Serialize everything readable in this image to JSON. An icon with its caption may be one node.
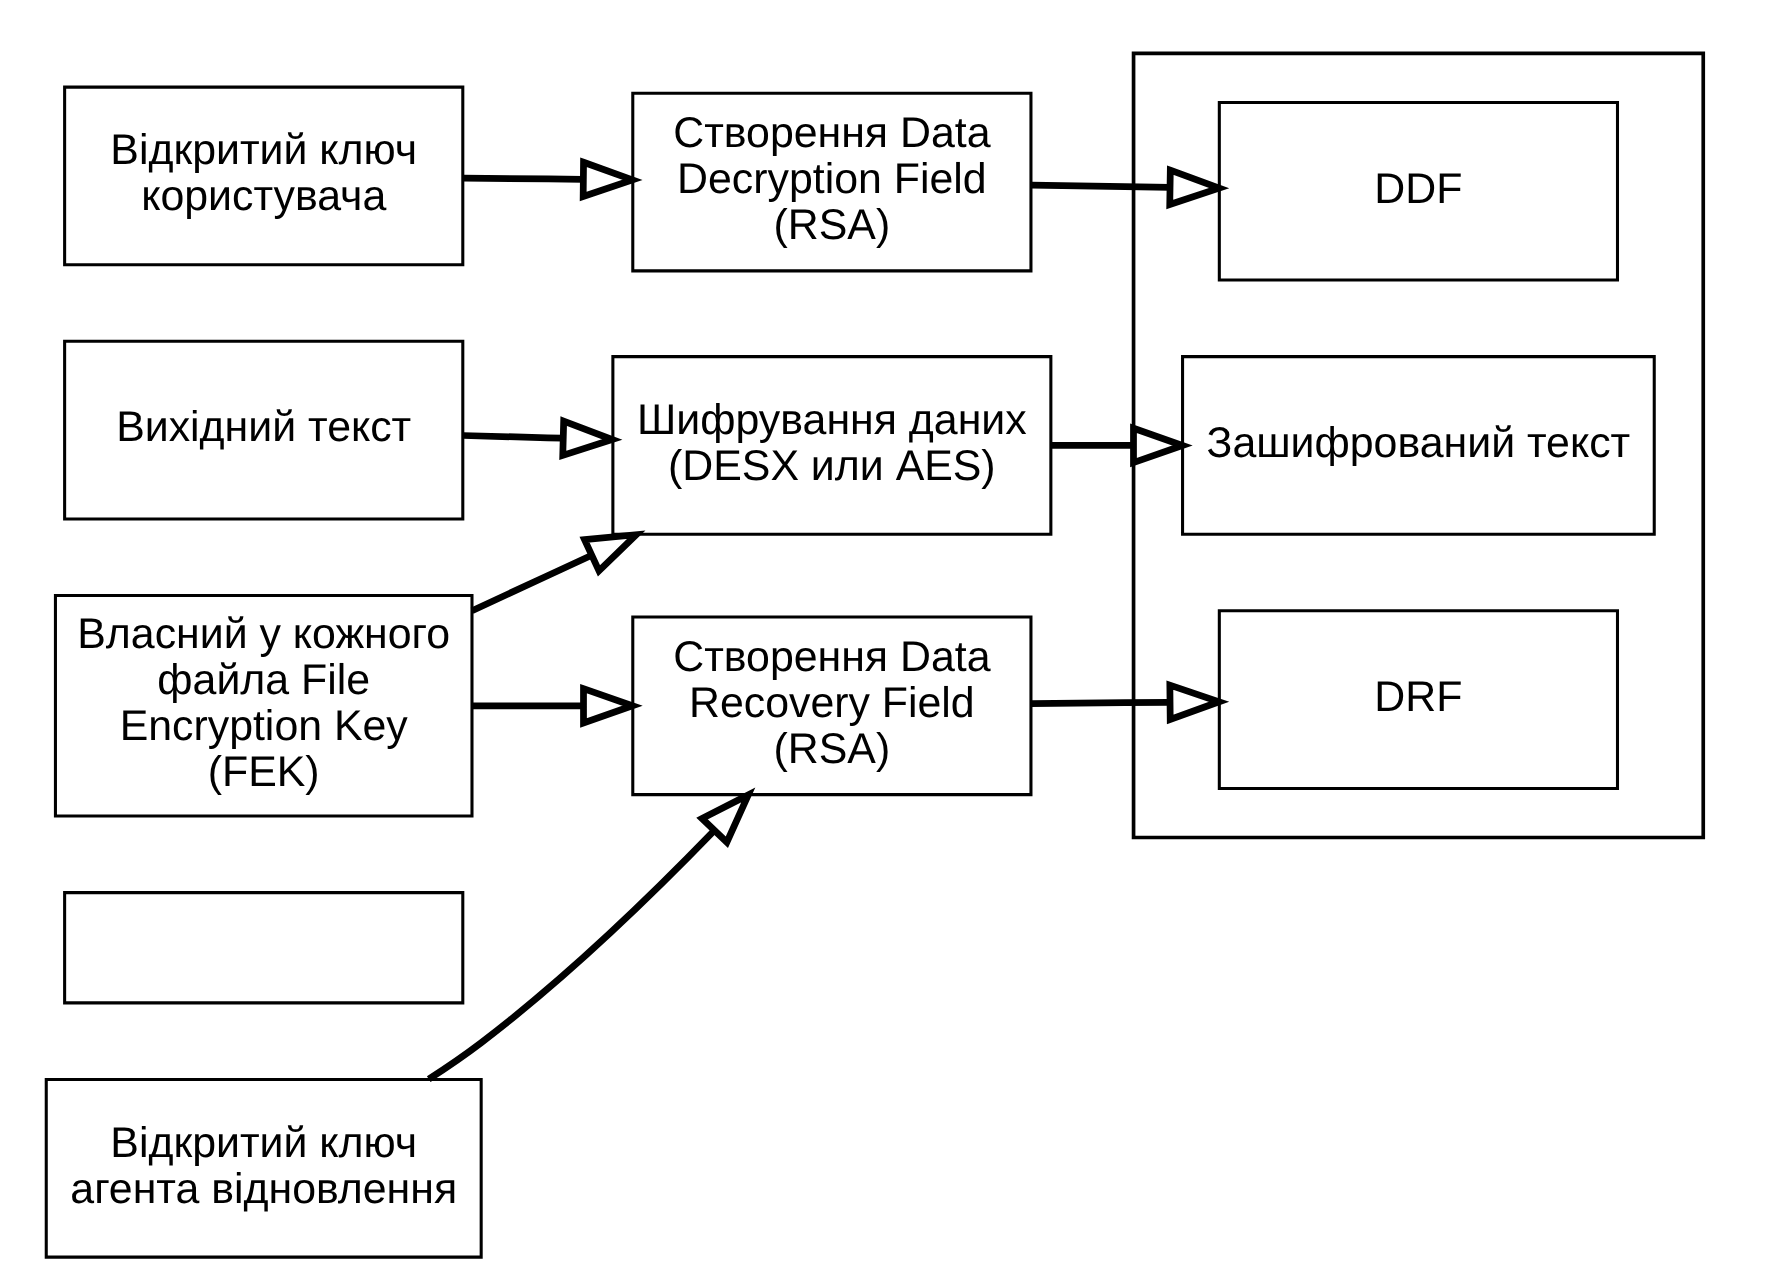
{
  "diagram": {
    "nodes": [
      {
        "text": [
          "Вихідний текст"
        ]
      },
      {
        "text": [
          "Шифрування даних (DESX или AES)"
        ]
      },
      {
        "text": [],
        "shape": "box"
      },
      {
        "text": [
          "Зашифрований текст"
        ],
        "in": 2
      },
      {
        "text": [
          "Відкритий ключ користувача"
        ]
      },
      {
        "text": [
          "Створення Data Decryption Field (RSA)"
        ]
      },
      {
        "text": [
          "DDF"
        ],
        "in": 2
      },
      {
        "text": [
          "Власний у кожного файла File Encryption Key (FEK)"
        ]
      },
      {
        "text": [],
        "shape": "box"
      },
      {
        "text": [
          "Створення Data Recovery Field (RSA)"
        ]
      },
      {
        "text": [
          "DRF"
        ],
        "in": 2
      },
      {
        "text": [
          "Відкритий ключ агента відновлення"
        ]
      }
    ],
    "edges": [
      {
        "from": 0,
        "to": 1,
        "arrow": "to"
      },
      {
        "from": 1,
        "to": 3,
        "arrow": "to"
      },
      {
        "from": 4,
        "to": 5,
        "arrow": "to"
      },
      {
        "from": 7,
        "to": 1,
        "arrow": "to"
      },
      {
        "from": 7,
        "to": 9,
        "arrow": "to"
      },
      {
        "from": 5,
        "to": 6,
        "arrow": "to"
      },
      {
        "from": 9,
        "to": 10,
        "arrow": "to"
      },
      {
        "from": 11,
        "to": 9,
        "arrow": "to"
      }
    ]
  }
}
